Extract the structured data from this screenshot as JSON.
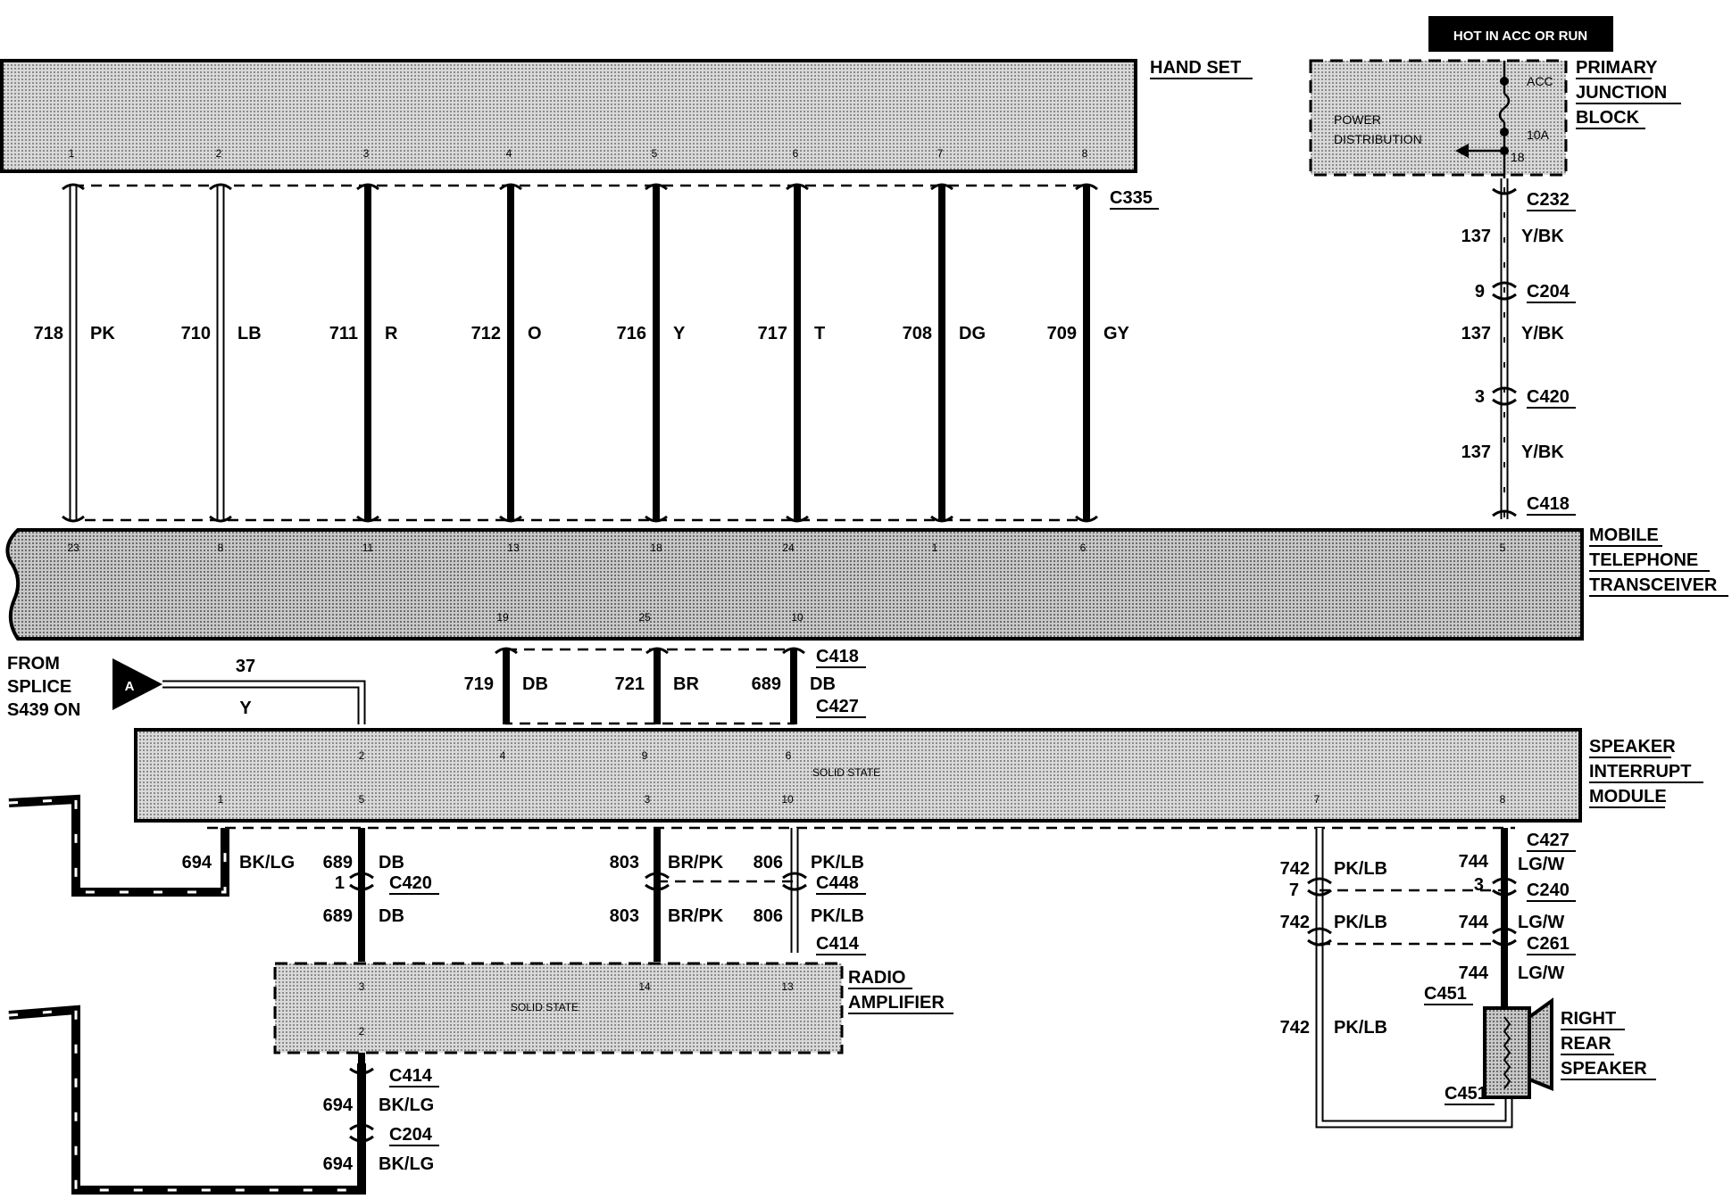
{
  "components": {
    "handset": "HAND SET",
    "junction_block": [
      "PRIMARY",
      "JUNCTION",
      "BLOCK"
    ],
    "power_distribution": [
      "POWER",
      "DISTRIBUTION"
    ],
    "transceiver": [
      "MOBILE",
      "TELEPHONE",
      "TRANSCEIVER"
    ],
    "speaker_interrupt": [
      "SPEAKER",
      "INTERRUPT",
      "MODULE"
    ],
    "radio_amplifier": [
      "RADIO",
      "AMPLIFIER"
    ],
    "right_rear_speaker": [
      "RIGHT",
      "REAR",
      "SPEAKER"
    ],
    "solid_state": "SOLID STATE"
  },
  "hot_label": "HOT IN ACC OR RUN",
  "fuse": {
    "acc": "ACC",
    "rating": "10A",
    "pin": "18"
  },
  "from_splice": [
    "FROM",
    "SPLICE",
    "S439 ON"
  ],
  "splice_marker": "A",
  "splice_circuit": {
    "num": "37",
    "color": "Y"
  },
  "handset_pins": [
    "1",
    "2",
    "3",
    "4",
    "5",
    "6",
    "7",
    "8"
  ],
  "handset_wires": [
    {
      "num": "718",
      "color": "PK",
      "hollow": true
    },
    {
      "num": "710",
      "color": "LB",
      "hollow": true
    },
    {
      "num": "711",
      "color": "R",
      "hollow": false
    },
    {
      "num": "712",
      "color": "O",
      "hollow": false
    },
    {
      "num": "716",
      "color": "Y",
      "hollow": false
    },
    {
      "num": "717",
      "color": "T",
      "hollow": false
    },
    {
      "num": "708",
      "color": "DG",
      "hollow": false
    },
    {
      "num": "709",
      "color": "GY",
      "hollow": false
    }
  ],
  "transceiver_top_pins": [
    "23",
    "8",
    "11",
    "13",
    "18",
    "24",
    "1",
    "6",
    "5"
  ],
  "transceiver_bottom_pins": [
    "19",
    "25",
    "10"
  ],
  "power_wire": {
    "num": "137",
    "color": "Y/BK"
  },
  "connectors": {
    "c335": "C335",
    "c232": "C232",
    "c204": "C204",
    "c420": "C420",
    "c418": "C418",
    "c427": "C427",
    "c448": "C448",
    "c414": "C414",
    "c240": "C240",
    "c261": "C261",
    "c451": "C451"
  },
  "power_pins": {
    "c204": "9",
    "c420": "3"
  },
  "mid_wires": [
    {
      "num": "719",
      "color": "DB"
    },
    {
      "num": "721",
      "color": "BR"
    },
    {
      "num": "689",
      "color": "DB"
    }
  ],
  "sim_top_pins": [
    "2",
    "4",
    "9",
    "6"
  ],
  "sim_bottom_pins": [
    "1",
    "5",
    "3",
    "10",
    "7",
    "8"
  ],
  "sim_wires": [
    {
      "num": "694",
      "color": "BK/LG"
    },
    {
      "num": "689",
      "color": "DB"
    },
    {
      "num": "803",
      "color": "BR/PK"
    },
    {
      "num": "806",
      "color": "PK/LB"
    },
    {
      "num": "742",
      "color": "PK/LB"
    },
    {
      "num": "744",
      "color": "LG/W"
    }
  ],
  "c420_pin": "1",
  "c240_pins": {
    "left": "7",
    "right": "3"
  },
  "amp_top_pins": [
    "3",
    "14",
    "13"
  ],
  "amp_bottom_pin": "2"
}
